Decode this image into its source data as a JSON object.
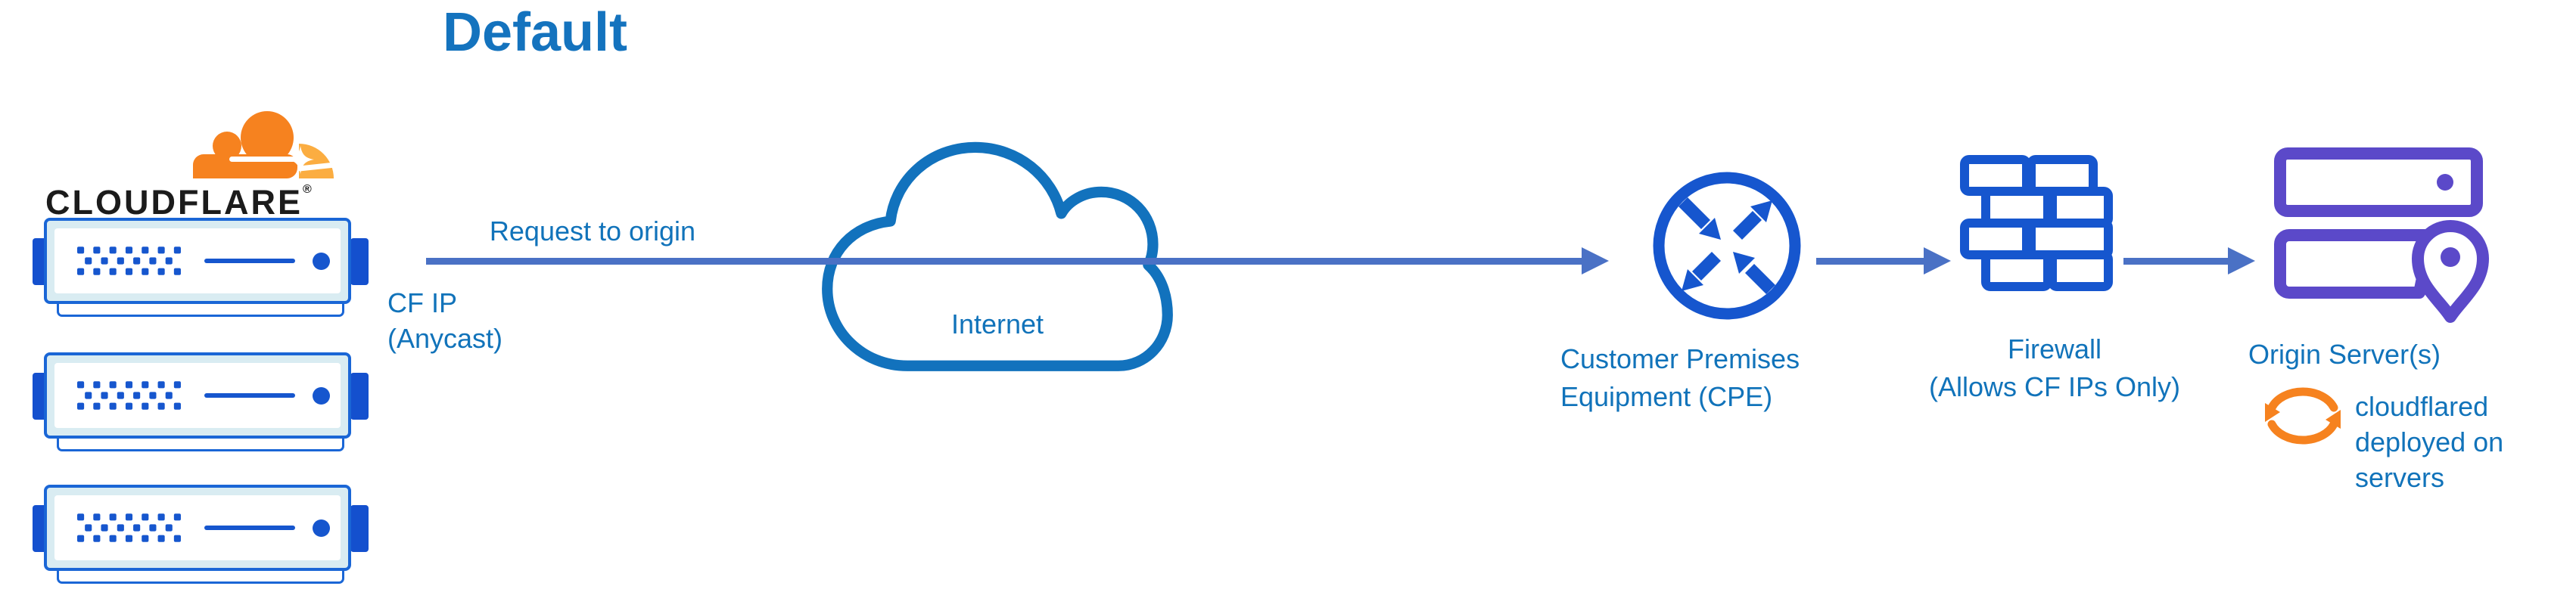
{
  "title": "Default",
  "colors": {
    "text_blue": "#1173BA",
    "title_blue": "#1473BE",
    "flow_line_blue": "#4A71C5",
    "icon_royal_blue": "#1656CE",
    "server_border_blue": "#1A66D6",
    "server_fill_light": "#D9ECF2",
    "tab_blue": "#1450CE",
    "origin_purple": "#5B49C9",
    "cloudflare_orange": "#F6821F",
    "cloudflare_orange_light": "#FBAD41",
    "wordmark_black": "#1B1B1B"
  },
  "cloudflare_logo": {
    "wordmark": "CLOUDFLARE",
    "registered_mark": "®",
    "icon": "cloudflare-cloud-logo"
  },
  "edge_servers": {
    "count": 3,
    "icon": "edge-server"
  },
  "labels": {
    "request": "Request to origin",
    "cf_ip": "CF IP\n(Anycast)",
    "internet": "Internet",
    "cpe": "Customer Premises\nEquipment (CPE)",
    "firewall": "Firewall\n(Allows CF IPs Only)",
    "origin": "Origin Server(s)",
    "cloudflared": "cloudflared\ndeployed on\nservers"
  },
  "icons": {
    "internet": "cloud-icon",
    "cpe": "router-crossed-arrows-icon",
    "firewall": "brick-wall-icon",
    "origin": "server-location-pin-icon",
    "cloudflared": "sync-arrows-icon",
    "flow": "arrow-right-icon"
  }
}
